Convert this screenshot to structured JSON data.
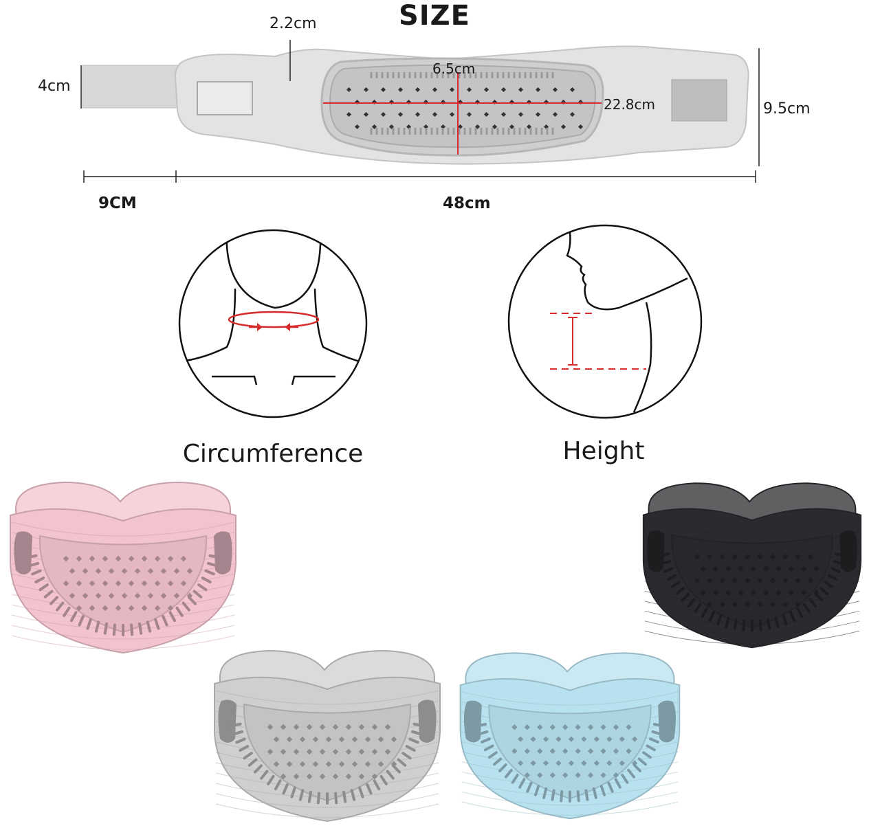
{
  "title": "SIZE",
  "dimensions": {
    "strap_thickness": "2.2cm",
    "strap_width": "4cm",
    "pad_height": "6.5cm",
    "pad_length": "22.8cm",
    "total_height": "9.5cm",
    "strap_length": "9CM",
    "collar_length": "48cm"
  },
  "diagrams": {
    "circumference_label": "Circumference",
    "height_label": "Height"
  },
  "colors": {
    "pink": "#f3c3cf",
    "gray": "#cfcfcf",
    "blue": "#b8e1ef",
    "black": "#2a2b2e",
    "measure_red": "#d62c2c"
  }
}
